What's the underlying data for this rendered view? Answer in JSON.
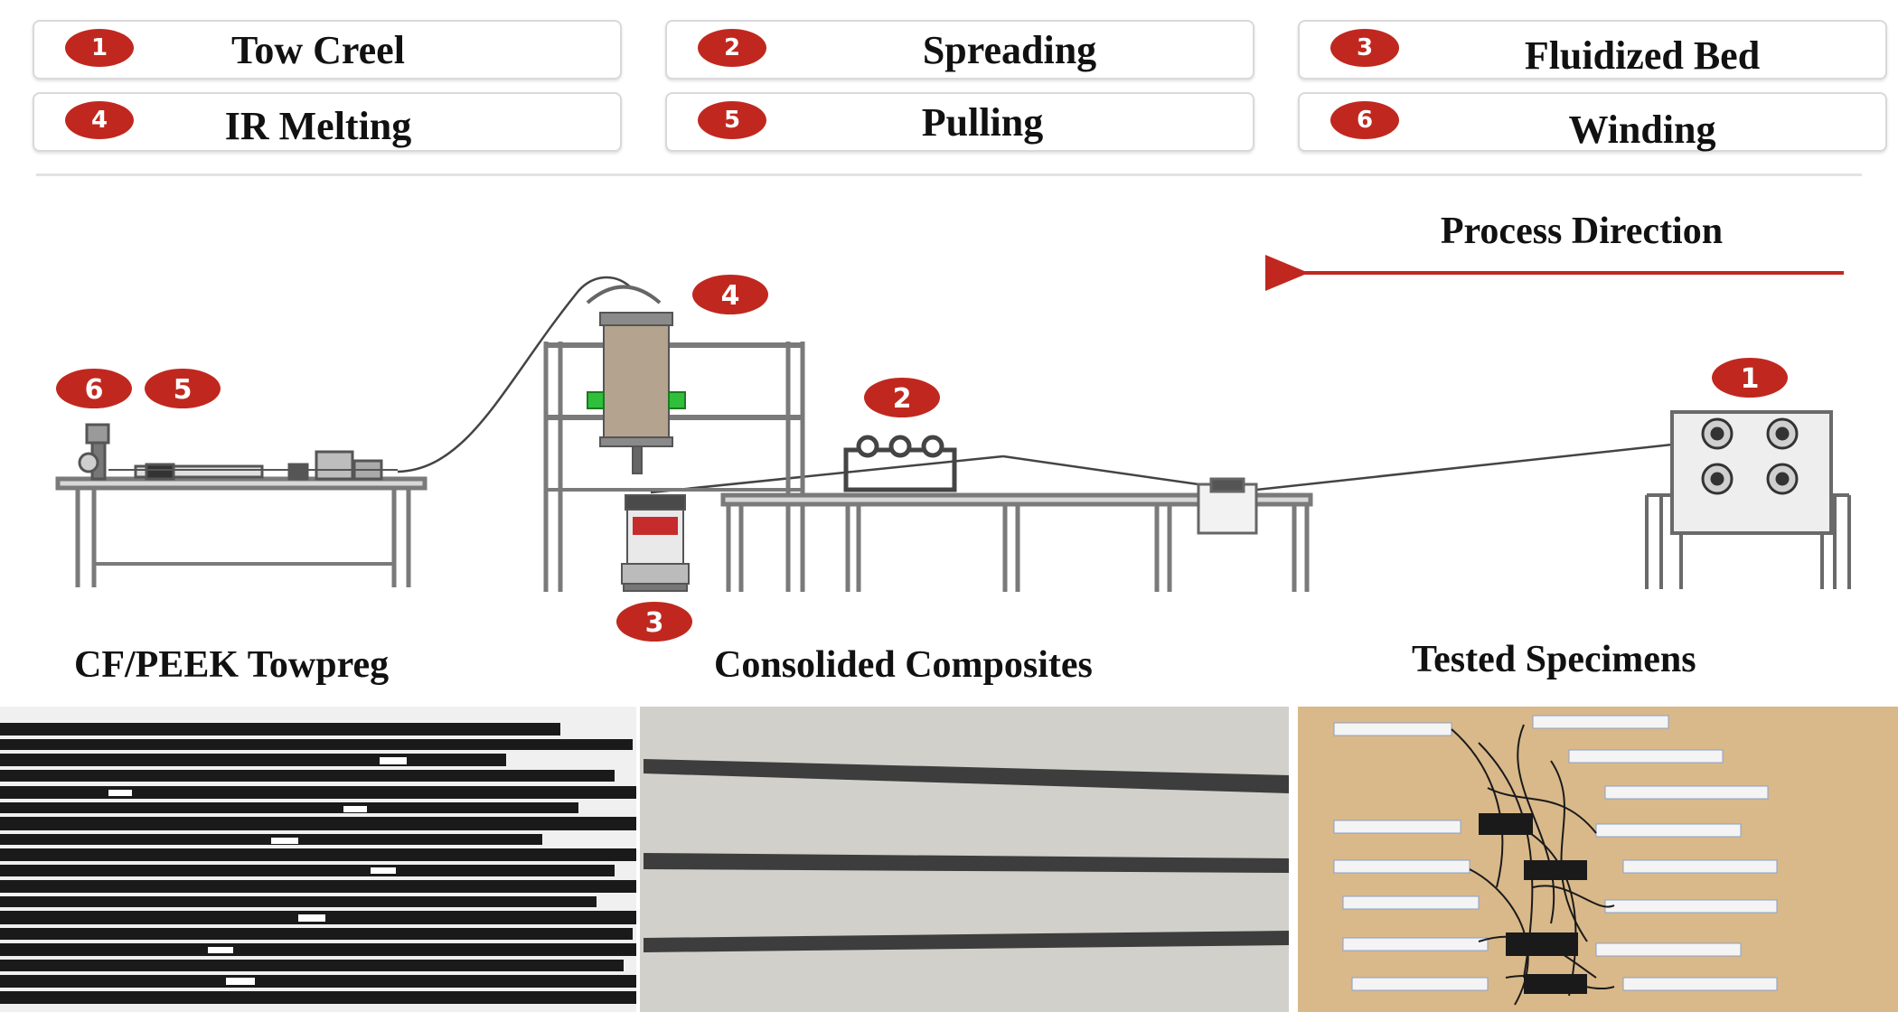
{
  "legend": [
    {
      "num": "1",
      "label": "Tow Creel"
    },
    {
      "num": "2",
      "label": "Spreading"
    },
    {
      "num": "3",
      "label": "Fluidized Bed"
    },
    {
      "num": "4",
      "label": "IR Melting"
    },
    {
      "num": "5",
      "label": "Pulling"
    },
    {
      "num": "6",
      "label": "Winding"
    }
  ],
  "diagram": {
    "process_direction": "Process Direction",
    "markers": [
      "6",
      "5",
      "4",
      "2",
      "1",
      "3"
    ]
  },
  "captions": {
    "left": "CF/PEEK Towpreg",
    "center": "Consolided Composites",
    "right": "Tested Specimens"
  },
  "colors": {
    "marker": "#c0281f",
    "arrow": "#c0281f",
    "frame": "#7a7a7a"
  }
}
